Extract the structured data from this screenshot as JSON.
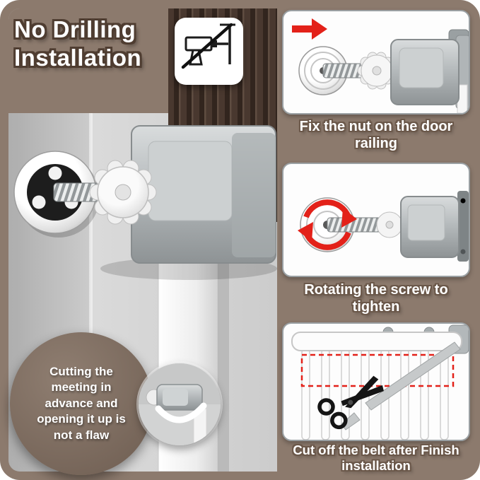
{
  "palette": {
    "frame_brown": "#8c7a6d",
    "note_brown": "#6e5d51",
    "slat_dark": "#49382f",
    "accent_red": "#e32119",
    "caption_outline": "#6b584a",
    "metal_gray": "#b6bbbd"
  },
  "header": {
    "title_line1": "No Drilling",
    "title_line2": "Installation",
    "icon": "no-drill-icon"
  },
  "steps": [
    {
      "index": 1,
      "icon": "red-arrow-right-icon",
      "caption": "Fix the nut on the door railing"
    },
    {
      "index": 2,
      "icon": "rotation-arrows-icon",
      "caption": "Rotating the screw to tighten"
    },
    {
      "index": 3,
      "icon": "scissors-icon",
      "caption": "Cut off the belt after Finish installation"
    }
  ],
  "note": {
    "text": "Cutting the meeting in advance and opening it up is not a flaw"
  }
}
